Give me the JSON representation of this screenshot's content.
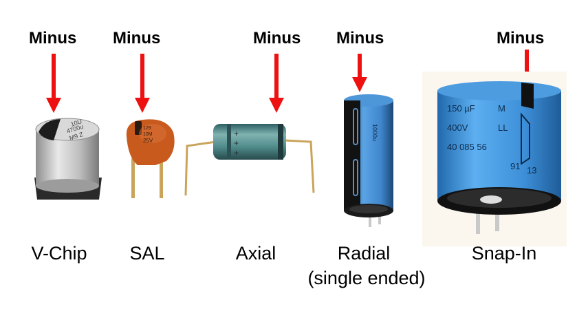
{
  "types": [
    {
      "name": "V-Chip",
      "polarity_label": "Minus",
      "cap_text": [
        "10U",
        "4700u",
        "M9 Z"
      ]
    },
    {
      "name": "SAL",
      "polarity_label": "Minus",
      "cap_text": [
        "129",
        "10M",
        "25V"
      ]
    },
    {
      "name": "Axial",
      "polarity_label": "Minus"
    },
    {
      "name": "Radial",
      "subname": "(single ended)",
      "polarity_label": "Minus",
      "cap_text": [
        "1000u"
      ]
    },
    {
      "name": "Snap-In",
      "polarity_label": "Minus",
      "cap_text": [
        "150 µF",
        "M",
        "400V",
        "LL",
        "40 085 56",
        "91",
        "13"
      ]
    }
  ],
  "colors": {
    "arrow": "#ee1111",
    "vchip_body": "#b8b8b8",
    "sal_body": "#c85a1e",
    "axial_body": "#4f8a8a",
    "radial_body": "#3f86cc",
    "snapin_body": "#3d8fd8",
    "leads": "#c9a45a"
  }
}
